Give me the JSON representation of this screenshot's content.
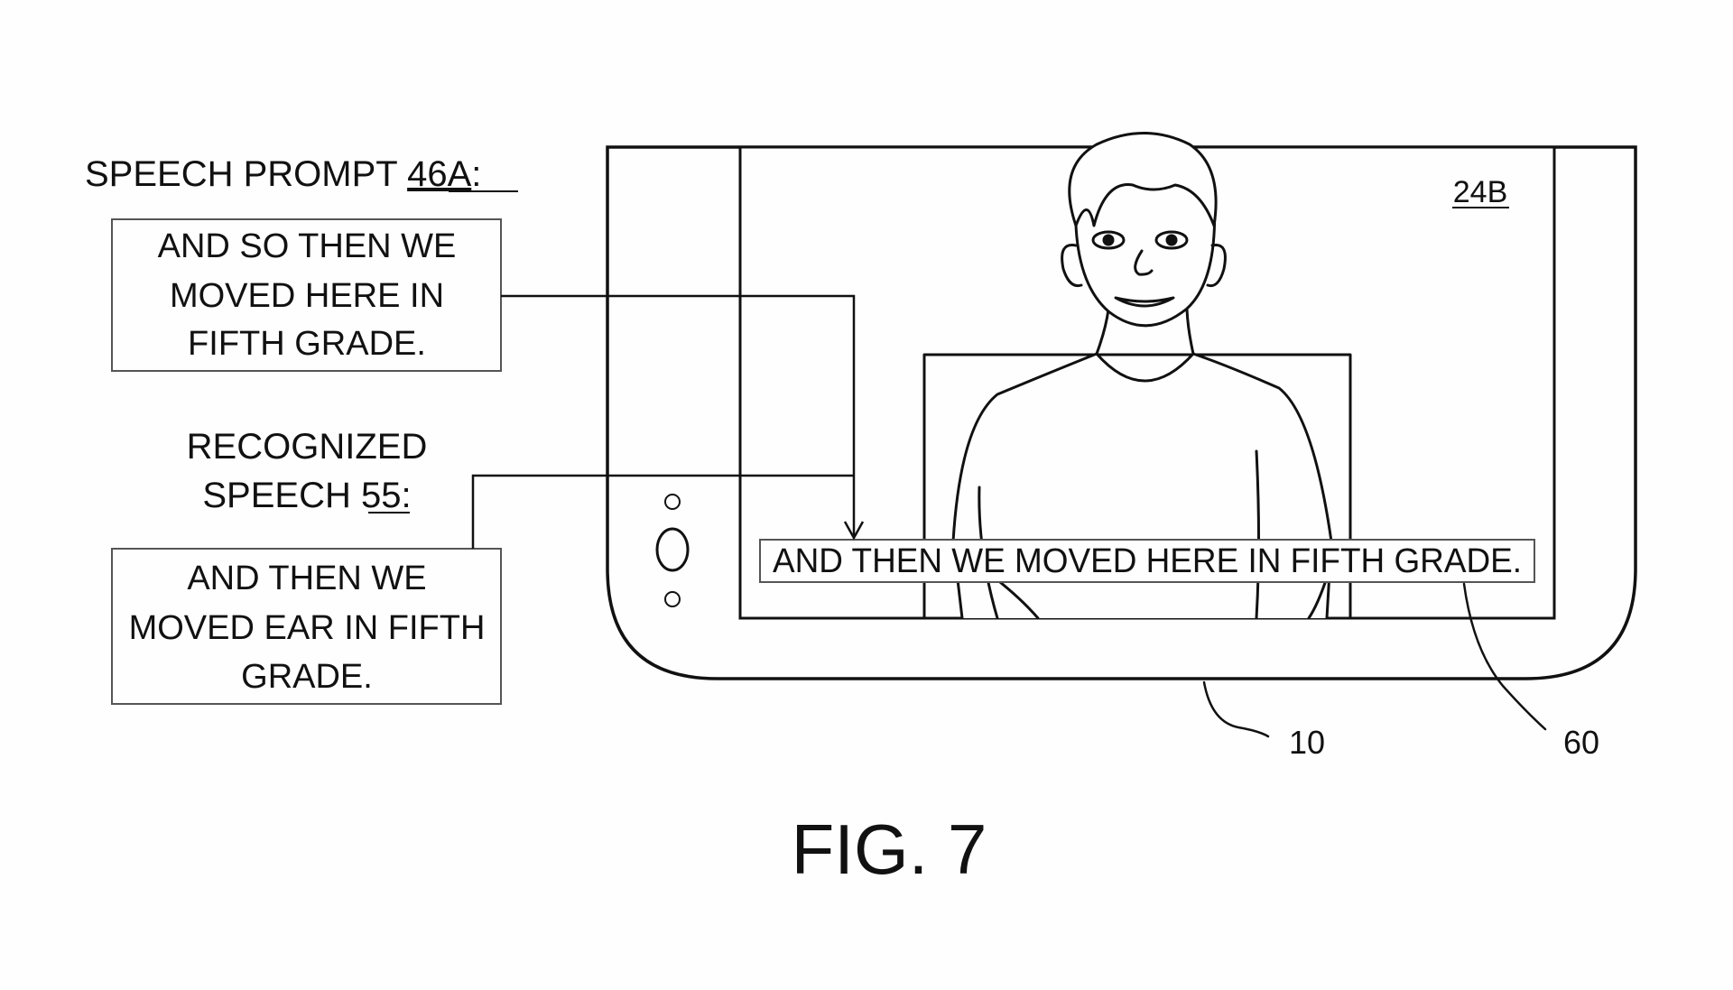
{
  "speech_prompt": {
    "label_prefix": "SPEECH PROMPT ",
    "label_ref": "46A",
    "label_suffix": ":",
    "lines": [
      "AND SO THEN WE",
      "MOVED HERE IN",
      "FIFTH GRADE."
    ]
  },
  "recognized_speech": {
    "label_line1": "RECOGNIZED",
    "label_prefix": "SPEECH ",
    "label_ref": "55",
    "label_suffix": ":",
    "lines": [
      "AND THEN WE",
      "MOVED EAR IN FIFTH",
      "GRADE."
    ]
  },
  "screen": {
    "ref": "24B",
    "caption": "AND THEN WE MOVED HERE IN FIFTH GRADE."
  },
  "references": {
    "device": "10",
    "caption_ref": "60"
  },
  "figure_label": "FIG. 7"
}
